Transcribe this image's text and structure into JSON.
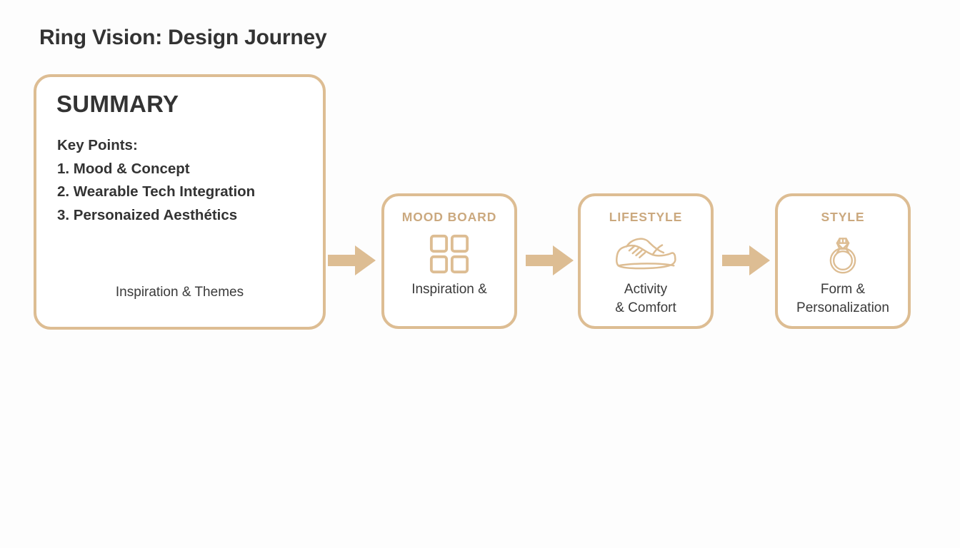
{
  "slide": {
    "title": "Ring Vision: Design Journey",
    "background_color": "#fdfdfd",
    "accent_color": "#ddbd93",
    "title_color": "#333333"
  },
  "summary": {
    "heading": "SUMMARY",
    "key_points_label": "Key Points:",
    "key_points": [
      "1. Mood & Concept",
      "2. Wearable Tech Integration",
      "3. Personaized Aesthétics"
    ],
    "footer": "Inspiration & Themes",
    "border_color": "#ddbd93"
  },
  "flow": {
    "arrow_icon": "arrow-right-icon",
    "arrow_color": "#ddbd93",
    "arrow_count": 3,
    "stages": [
      {
        "title": "MOOD BOARD",
        "icon": "grid-four-squares-icon",
        "caption_lines": [
          "Inspiration &"
        ],
        "title_color": "#cba97f"
      },
      {
        "title": "LIFESTYLE",
        "icon": "sneaker-shoe-icon",
        "caption_lines": [
          "Activity",
          "& Comfort"
        ],
        "title_color": "#cba97f"
      },
      {
        "title": "STYLE",
        "icon": "diamond-ring-icon",
        "caption_lines": [
          "Form &",
          "Personalization"
        ],
        "title_color": "#cba97f"
      }
    ]
  }
}
